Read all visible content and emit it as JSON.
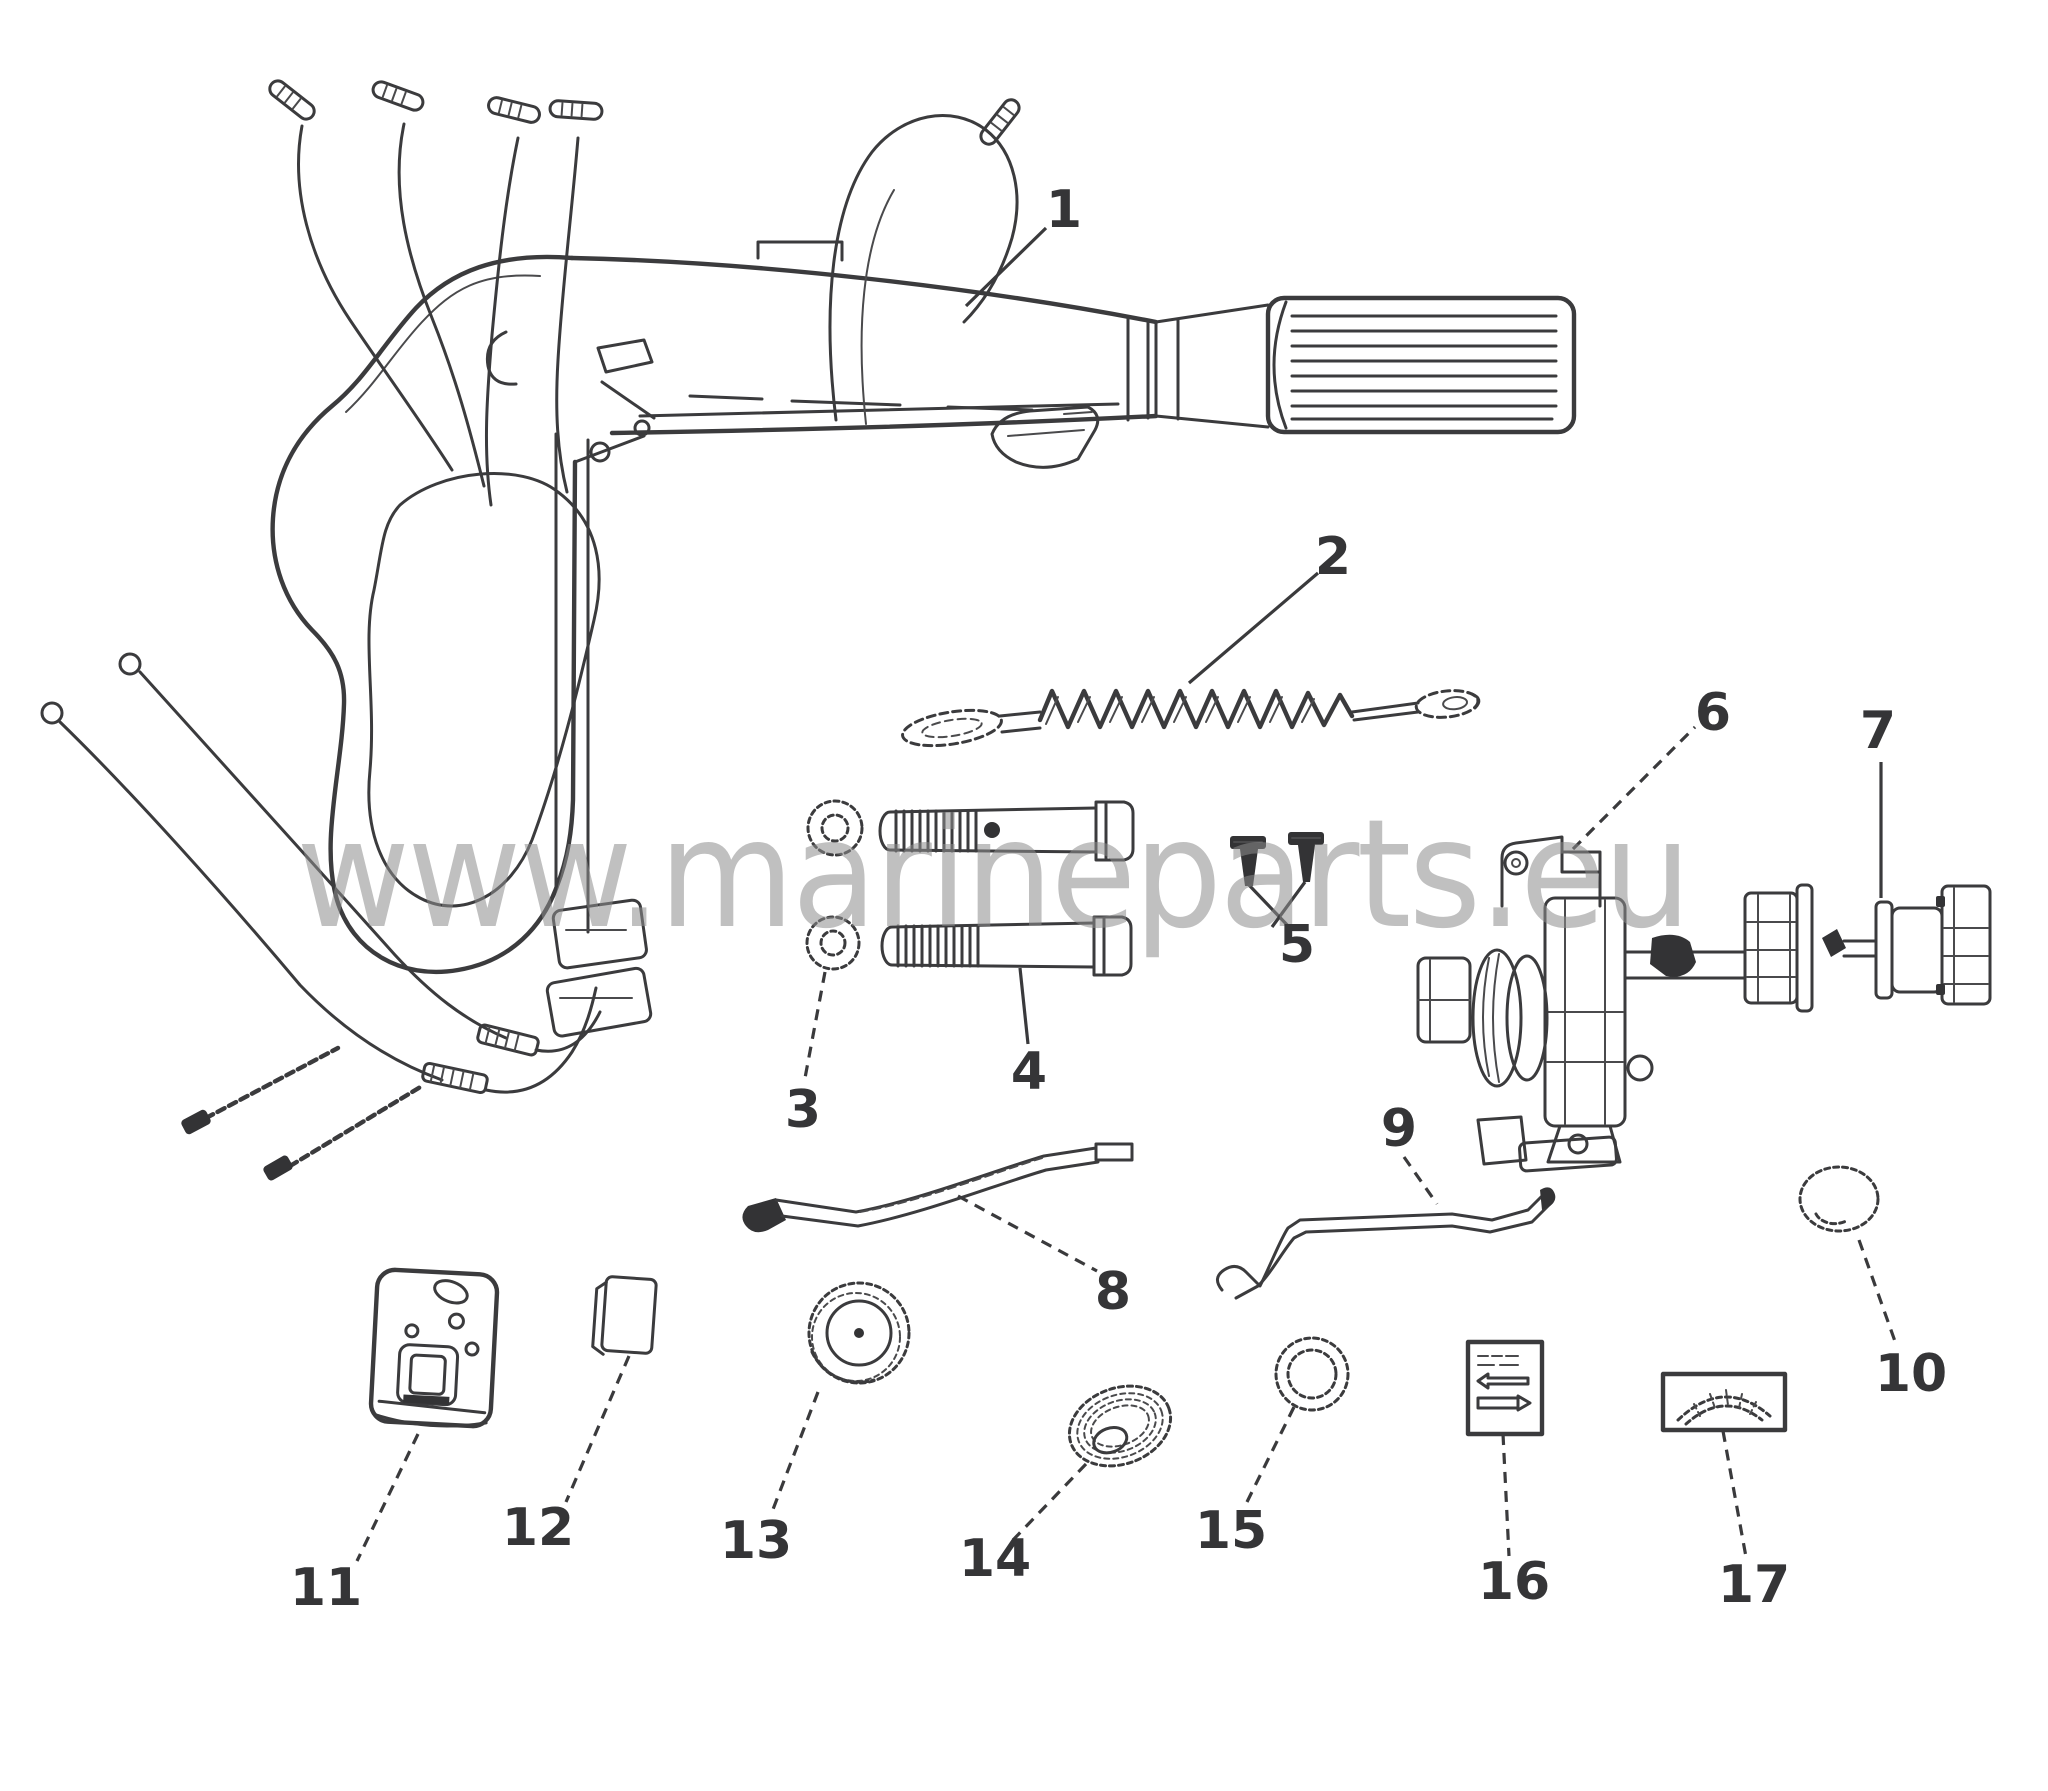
{
  "watermark": {
    "text": "www.marineparts.eu"
  },
  "diagram": {
    "title": "",
    "labels": [
      "1",
      "2",
      "3",
      "4",
      "5",
      "6",
      "7",
      "8",
      "9",
      "10",
      "11",
      "12",
      "13",
      "14",
      "15",
      "16",
      "17"
    ]
  },
  "colors": {
    "background": "#ffffff",
    "line": "#3b3b3d",
    "label": "#353537",
    "watermark": "#8c8c8c"
  }
}
